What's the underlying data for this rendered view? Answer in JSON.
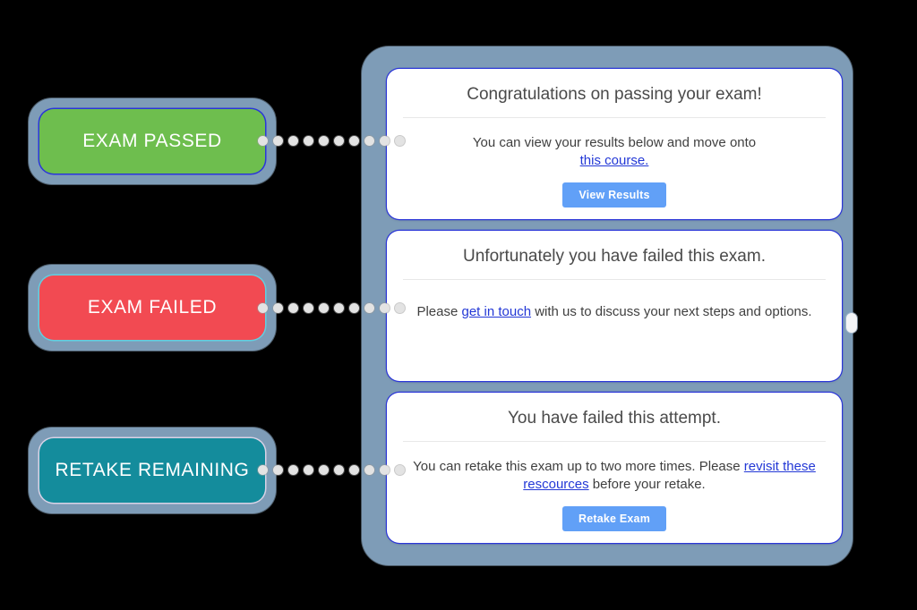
{
  "theme": {
    "background": "#000000",
    "frame_color": "#7e9cb7",
    "card_background": "#ffffff",
    "card_outline": "#2b36d8",
    "link_color": "#2338d6",
    "button_color": "#61a0f7",
    "divider_color": "#e8e8e8",
    "connector_dot_color": "#e3e3e3"
  },
  "labels": {
    "passed": {
      "text": "EXAM PASSED",
      "color": "#6ebe4e"
    },
    "failed": {
      "text": "EXAM FAILED",
      "color": "#f24a52"
    },
    "retake": {
      "text": "RETAKE REMAINING",
      "color": "#148c9c"
    }
  },
  "connectors": {
    "dot_count": 10,
    "dot_icon": "connector-dot-icon"
  },
  "cards": {
    "passed": {
      "title": "Congratulations on passing your exam!",
      "body_before": "You can view your results below and move onto",
      "link_text": "this course.",
      "body_after": "",
      "button_label": "View Results"
    },
    "failed": {
      "title": "Unfortunately you have failed this exam.",
      "body_before": "Please ",
      "link_text": "get in touch",
      "body_after": " with us to discuss your next steps and options."
    },
    "retake": {
      "title": "You have failed this attempt.",
      "body_before": "You can retake this exam up to two more times. Please ",
      "link_text": "revisit these rescources",
      "body_after": " before your retake.",
      "button_label": "Retake Exam"
    }
  }
}
